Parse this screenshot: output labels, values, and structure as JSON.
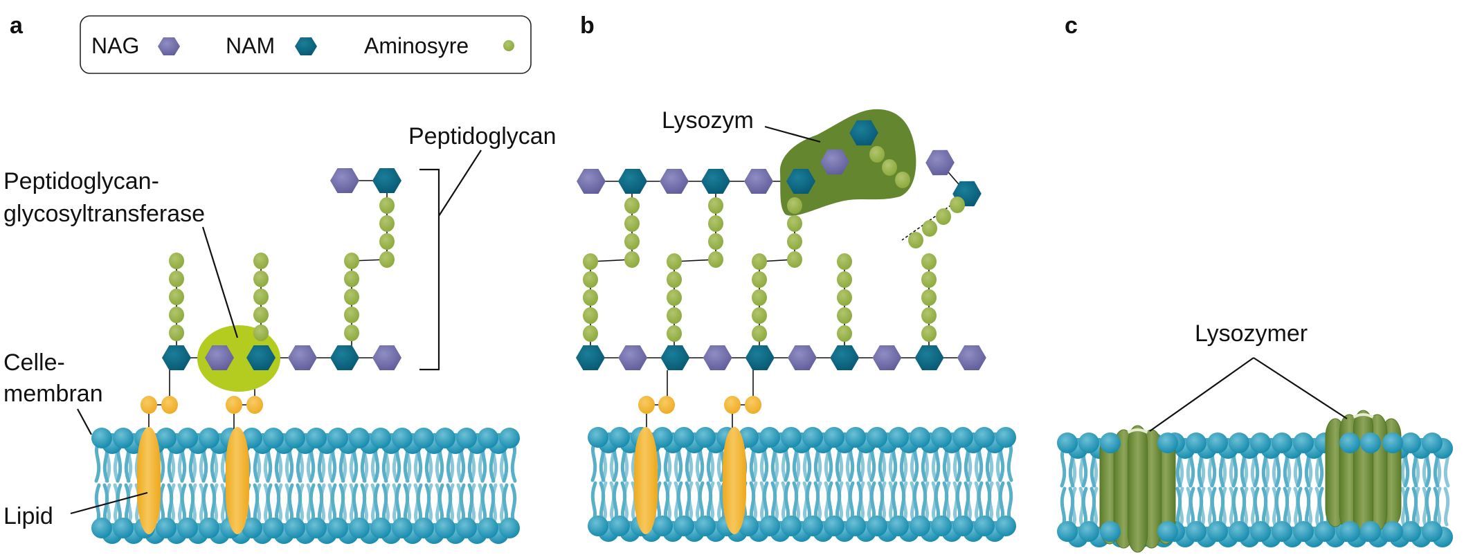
{
  "figure": {
    "panels": [
      {
        "id": "a",
        "letter": "a"
      },
      {
        "id": "b",
        "letter": "b"
      },
      {
        "id": "c",
        "letter": "c"
      }
    ],
    "legend": {
      "items": [
        {
          "label": "NAG",
          "symbol": "hexagon",
          "color": "#7b79b2"
        },
        {
          "label": "NAM",
          "symbol": "hexagon",
          "color": "#0f6b86"
        },
        {
          "label": "Aminosyre",
          "symbol": "circle",
          "color": "#9bb54b"
        }
      ]
    },
    "labels": {
      "peptidoglycan": "Peptidoglycan",
      "transferase_line1": "Peptidoglycan-",
      "transferase_line2": "glycosyltransferase",
      "cellemembran_line1": "Celle-",
      "cellemembran_line2": "membran",
      "lipid": "Lipid",
      "lysozym": "Lysozym",
      "lysozymer": "Lysozymer"
    },
    "colors": {
      "nag": "#7b79b2",
      "nam": "#0f6b86",
      "amino": "#9bb54b",
      "lipid": "#f2b531",
      "membrane_head": "#2b9cbc",
      "membrane_tail": "#54adc6",
      "transferase": "#b4cb1f",
      "lysozyme": "#64862f",
      "lysozyme_pore": "#6c8c36"
    }
  }
}
